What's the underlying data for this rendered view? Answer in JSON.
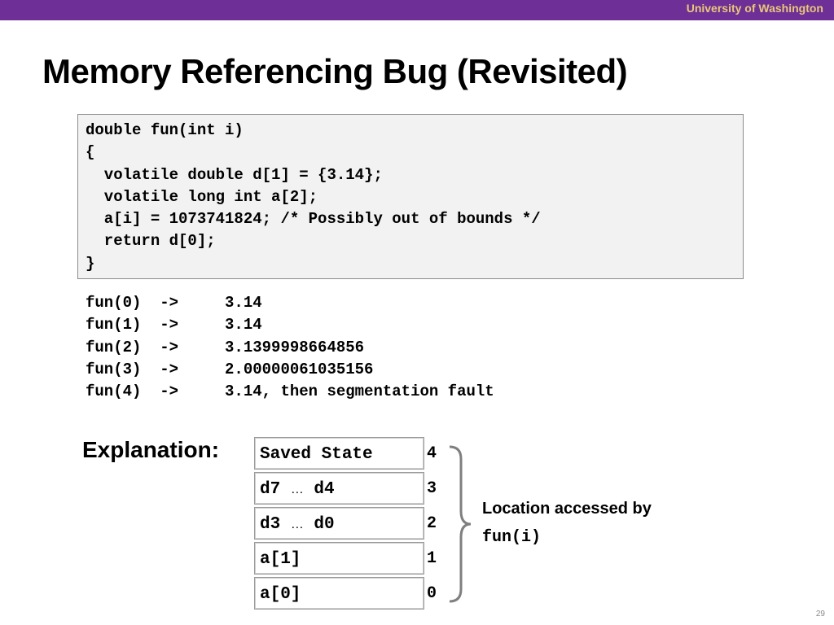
{
  "header": {
    "institution": "University of Washington",
    "bar_color": "#6e2f96",
    "institution_color": "#e8c77a"
  },
  "slide": {
    "title": "Memory Referencing Bug (Revisited)",
    "page_number": "29"
  },
  "code_block": {
    "lines": [
      "double fun(int i)",
      "{",
      "  volatile double d[1] = {3.14};",
      "  volatile long int a[2];",
      "  a[i] = 1073741824; /* Possibly out of bounds */",
      "  return d[0];",
      "}"
    ]
  },
  "results": {
    "lines": [
      "fun(0)  ->     3.14",
      "fun(1)  ->     3.14",
      "fun(2)  ->     3.1399998664856",
      "fun(3)  ->     2.00000061035156",
      "fun(4)  ->     3.14, then segmentation fault"
    ]
  },
  "explanation": {
    "label": "Explanation:",
    "stack": [
      {
        "left": "Saved State",
        "ellipsis": "",
        "right": "",
        "index": "4"
      },
      {
        "left": "d7 ",
        "ellipsis": "…",
        "right": " d4",
        "index": "3"
      },
      {
        "left": "d3 ",
        "ellipsis": "…",
        "right": " d0",
        "index": "2"
      },
      {
        "left": "a[1]",
        "ellipsis": "",
        "right": "",
        "index": "1"
      },
      {
        "left": "a[0]",
        "ellipsis": "",
        "right": "",
        "index": "0"
      }
    ],
    "location_label": "Location accessed by",
    "location_code": "fun(i)"
  }
}
